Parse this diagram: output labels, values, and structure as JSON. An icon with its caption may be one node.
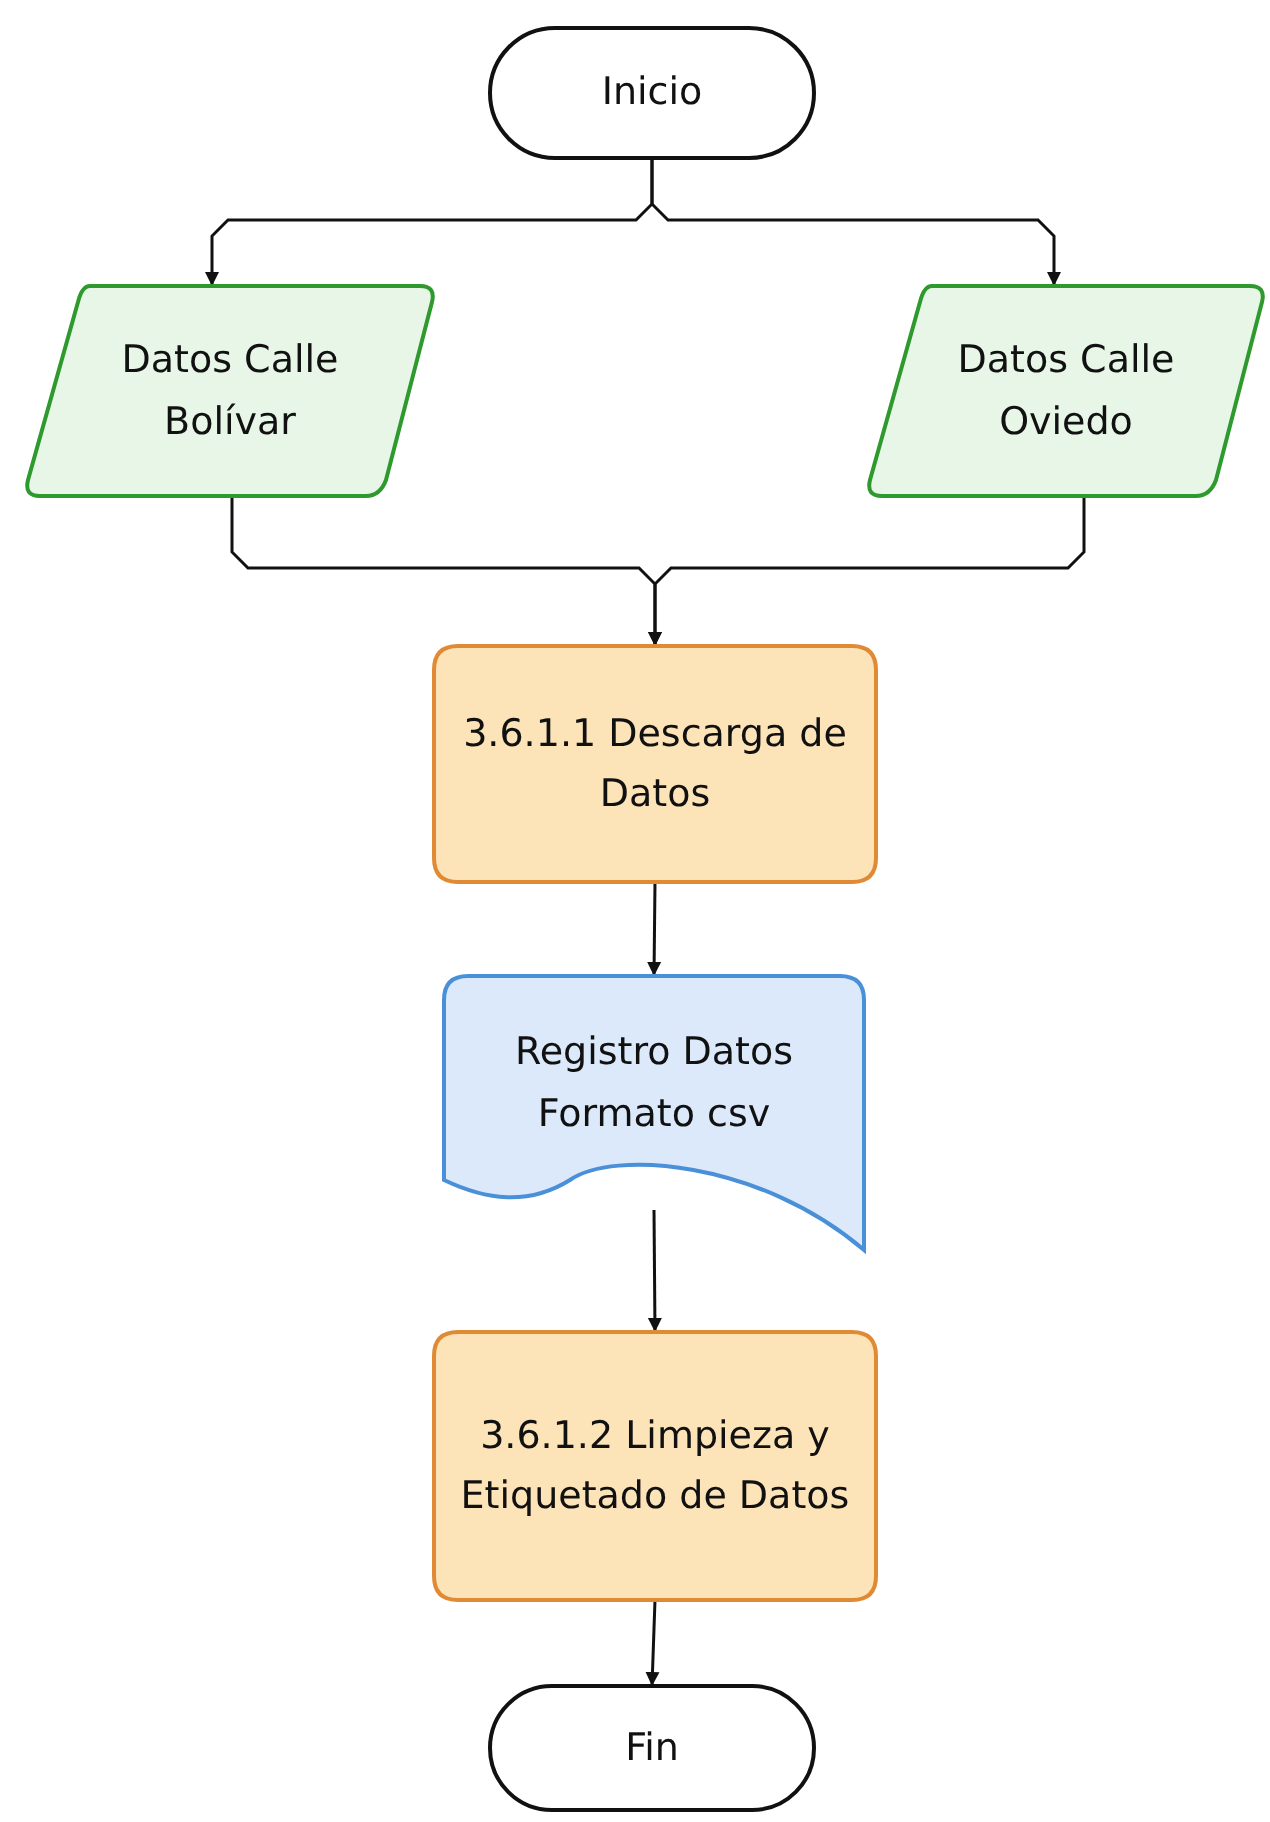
{
  "diagram": {
    "nodes": [
      {
        "text": [
          "Inicio"
        ]
      },
      {
        "text": [
          "Datos Calle Bolívar"
        ]
      },
      {
        "text": [
          "Datos Calle Oviedo"
        ]
      },
      {
        "text": [
          "3.6.1.1 Descarga de Datos"
        ]
      },
      {
        "text": [
          "Registro Datos Formato csv"
        ]
      },
      {
        "text": [
          "3.6.1.2 Limpieza y Etiquetado de Datos"
        ]
      },
      {
        "text": [
          "Fin"
        ]
      }
    ],
    "edges": [
      {
        "from": 0,
        "to": 1,
        "arrow": "to"
      },
      {
        "from": 0,
        "to": 2,
        "arrow": "to"
      },
      {
        "from": 1,
        "to": 3,
        "arrow": "to"
      },
      {
        "from": 2,
        "to": 3,
        "arrow": "to"
      },
      {
        "from": 3,
        "to": 4,
        "arrow": "to"
      },
      {
        "from": 4,
        "to": 5,
        "arrow": "to"
      },
      {
        "from": 5,
        "to": 6,
        "arrow": "to"
      }
    ]
  }
}
